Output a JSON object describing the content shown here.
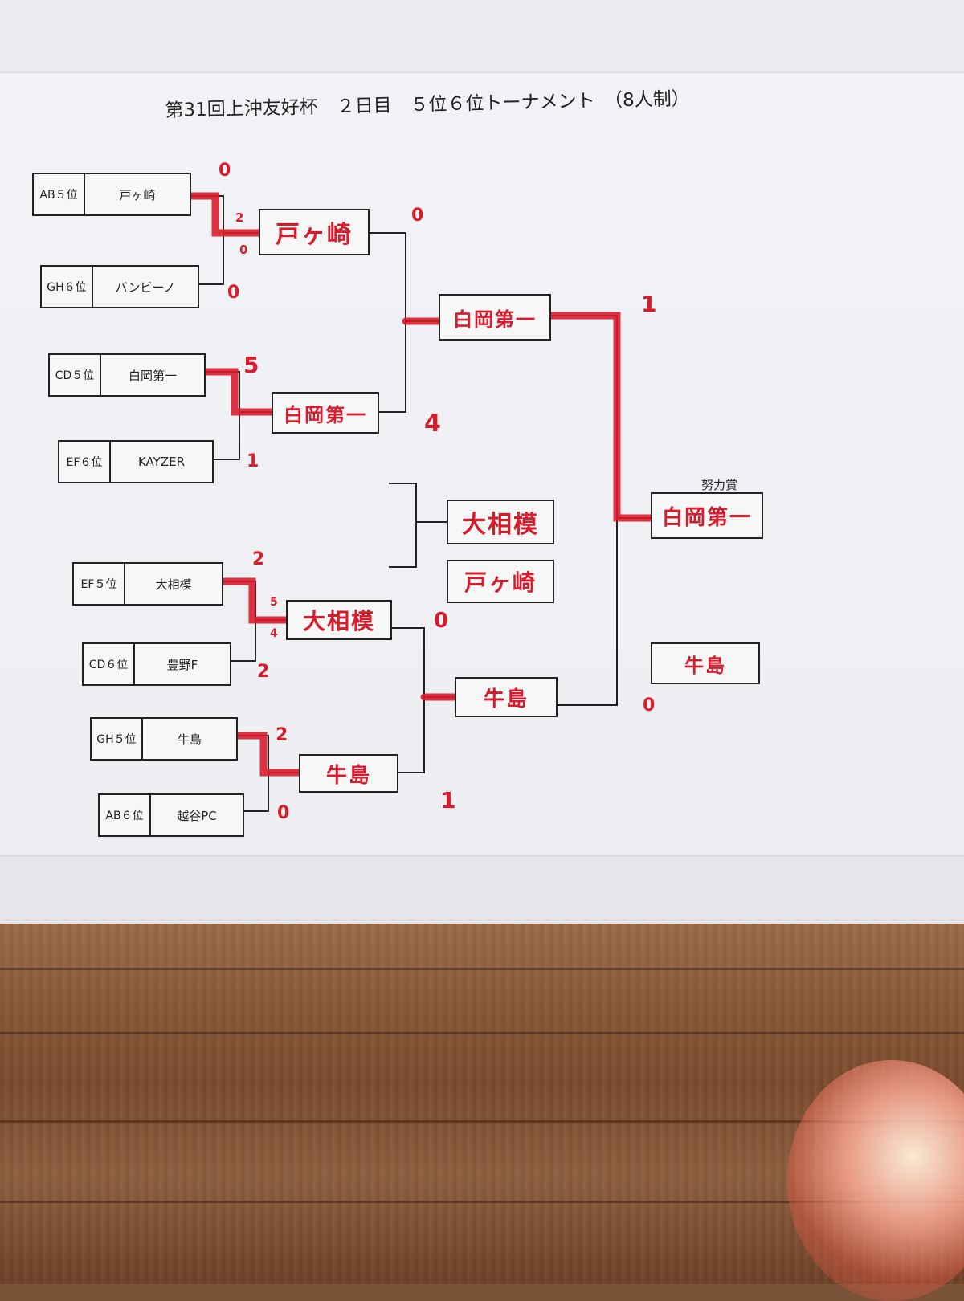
{
  "title": "第31回上沖友好杯　２日目　５位６位トーナメント　（8人制）",
  "round1": [
    {
      "seed": "AB５位",
      "team": "戸ヶ崎",
      "score": "0"
    },
    {
      "seed": "GH６位",
      "team": "バンビーノ",
      "score": "0"
    },
    {
      "seed": "CD５位",
      "team": "白岡第一",
      "score": "5"
    },
    {
      "seed": "EF６位",
      "team": "KAYZER",
      "score": "1"
    },
    {
      "seed": "EF５位",
      "team": "大相模",
      "score": "2"
    },
    {
      "seed": "CD６位",
      "team": "豊野F",
      "score": "2"
    },
    {
      "seed": "GH５位",
      "team": "牛島",
      "score": "2"
    },
    {
      "seed": "AB６位",
      "team": "越谷PC",
      "score": "0"
    }
  ],
  "pk_scores": {
    "top_a": "2",
    "top_b": "0",
    "mid_a": "5",
    "mid_b": "4"
  },
  "round2": [
    {
      "team": "戸ヶ崎",
      "score": "0"
    },
    {
      "team": "白岡第一",
      "score": "4"
    },
    {
      "team": "大相模",
      "score": "0"
    },
    {
      "team": "牛島",
      "score": "1"
    }
  ],
  "round3": [
    {
      "team": "白岡第一",
      "score": "1"
    },
    {
      "team": "牛島",
      "score": "0"
    }
  ],
  "consolation": [
    "大相模",
    "戸ヶ崎"
  ],
  "final": {
    "award_label": "努力賞",
    "winner": "白岡第一",
    "second": "牛島"
  }
}
